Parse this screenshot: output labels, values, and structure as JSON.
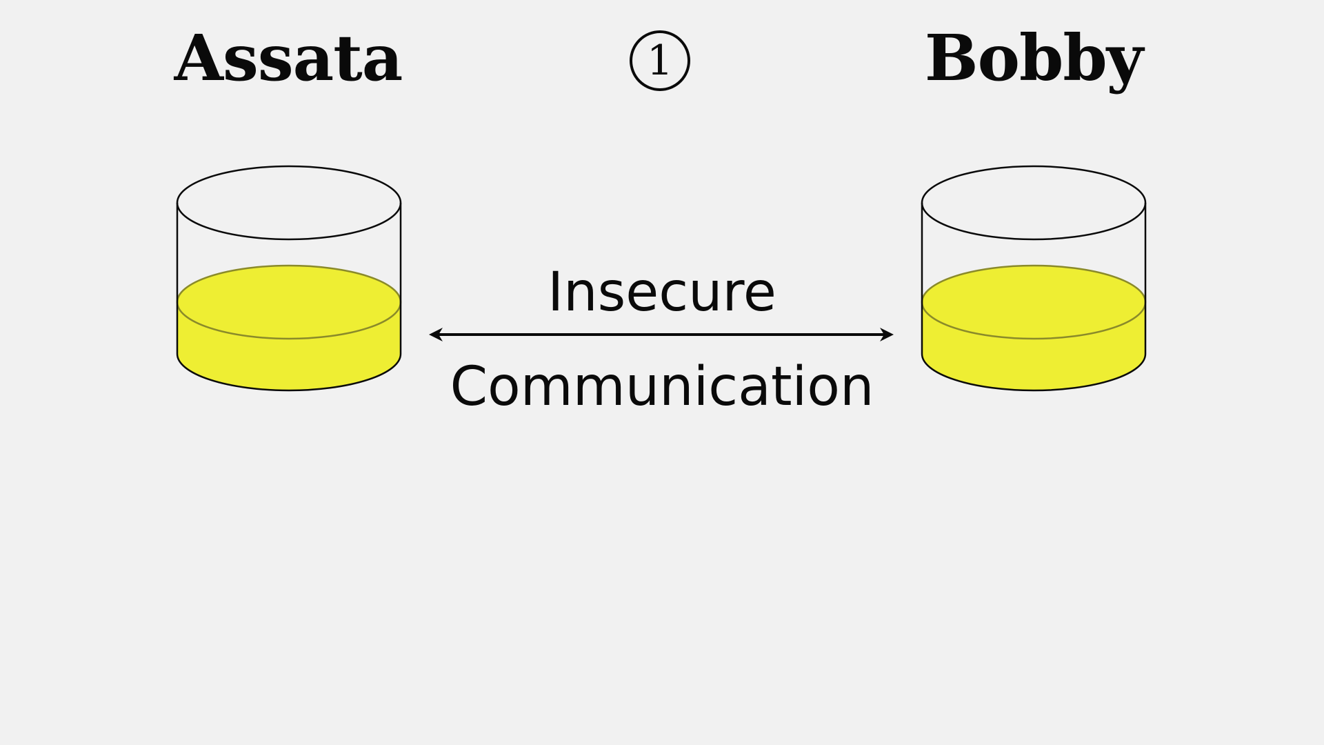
{
  "parties": {
    "left": {
      "name": "Assata"
    },
    "right": {
      "name": "Bobby"
    }
  },
  "step": {
    "label": "1"
  },
  "channel": {
    "line1": "Insecure",
    "line2": "Communication"
  },
  "colors": {
    "background": "#f1f1f1",
    "liquid": "#eeee33",
    "outline": "#0a0a0a"
  },
  "icons": [
    "database-cylinder-icon",
    "double-arrow-icon"
  ]
}
